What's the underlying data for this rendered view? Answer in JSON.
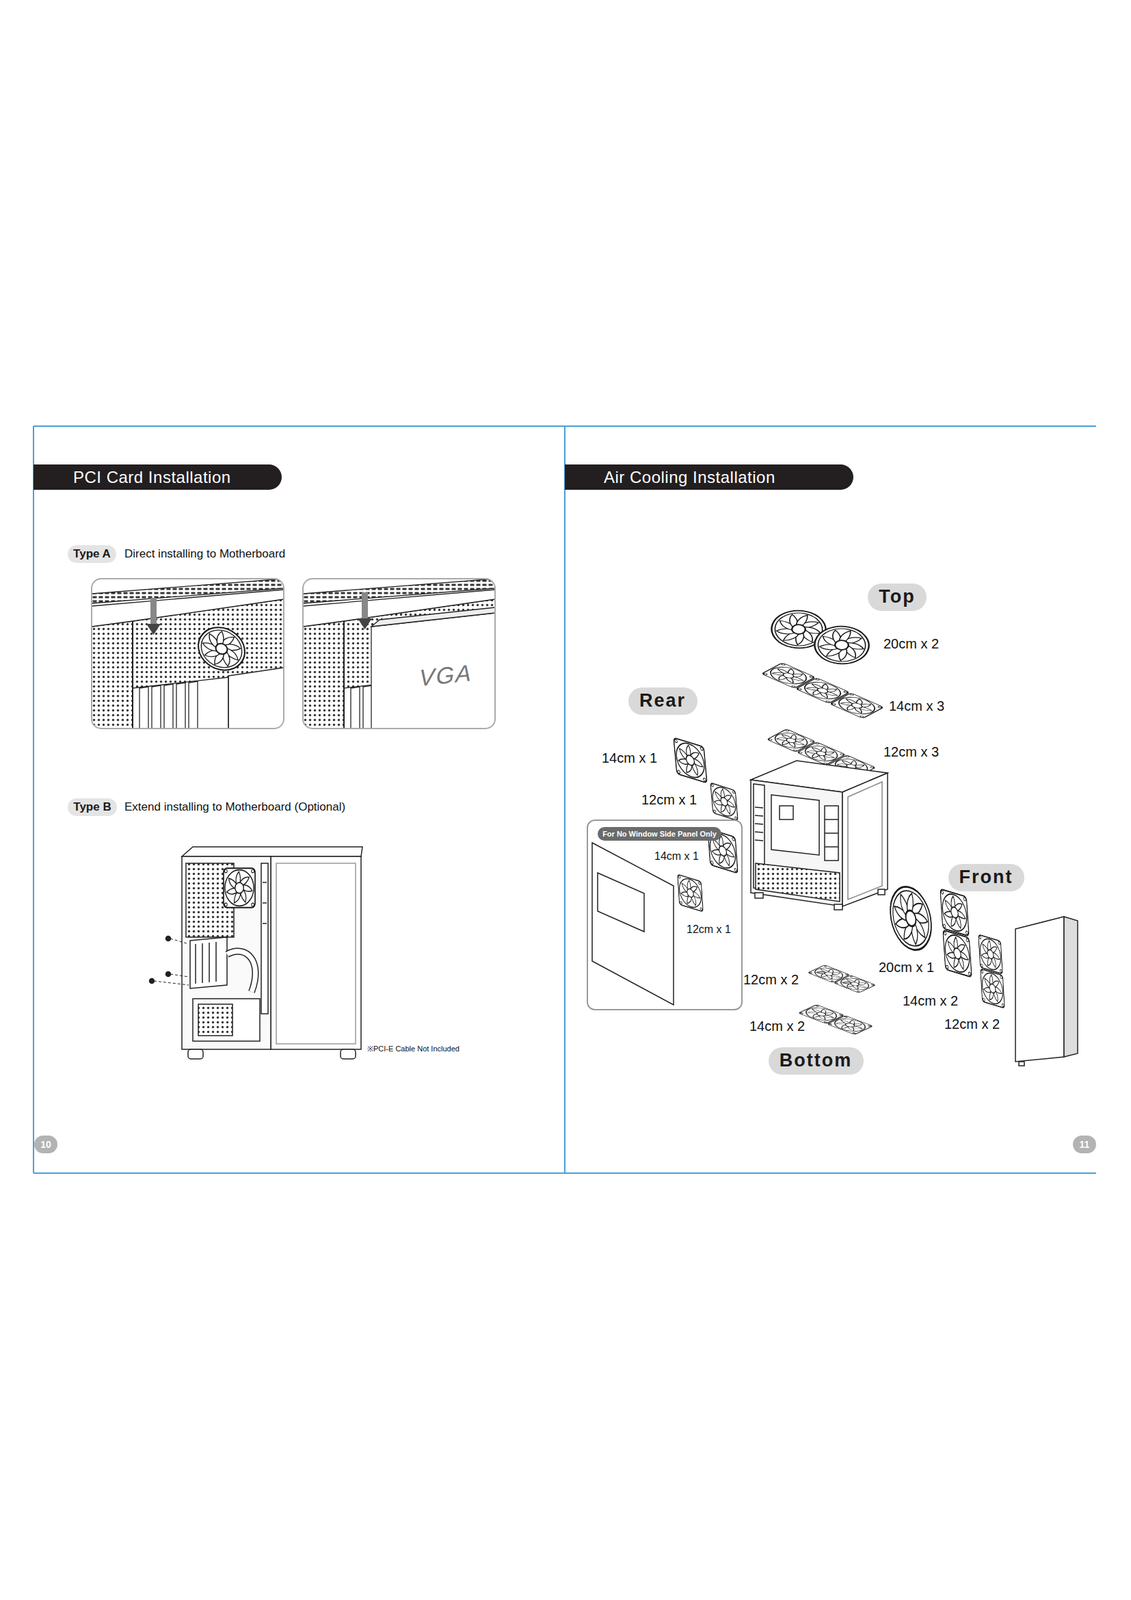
{
  "diagram": {
    "nodes": [
      {
        "text": [
          "PCI Card Installation"
        ]
      },
      {
        "text": [
          "Type A"
        ]
      },
      {
        "text": [
          "Type B"
        ]
      },
      {
        "text": [
          "10"
        ]
      },
      {
        "text": [
          "Air Cooling Installation"
        ]
      },
      {
        "text": [
          "Top"
        ]
      },
      {
        "text": [
          "Rear"
        ]
      },
      {
        "text": [
          "14cm x 1",
          "12cm x 1"
        ]
      },
      {
        "text": [
          "For No Window Side Panel Only"
        ],
        "in": 7
      },
      {
        "text": [
          "Front"
        ]
      },
      {
        "text": [
          "Bottom"
        ]
      },
      {
        "text": [
          "11"
        ]
      }
    ],
    "labels": [
      "Direct installing to Motherboard",
      "VGA",
      "Extend installing to Motherboard (Optional)",
      "※PCI-E Cable Not Included",
      "20cm x 2",
      "14cm x 3",
      "12cm x 3",
      "14cm x 1",
      "12cm x 1",
      "20cm x 1",
      "12cm x 2",
      "14cm x 2",
      "14cm x 2",
      "12cm x 2"
    ]
  }
}
